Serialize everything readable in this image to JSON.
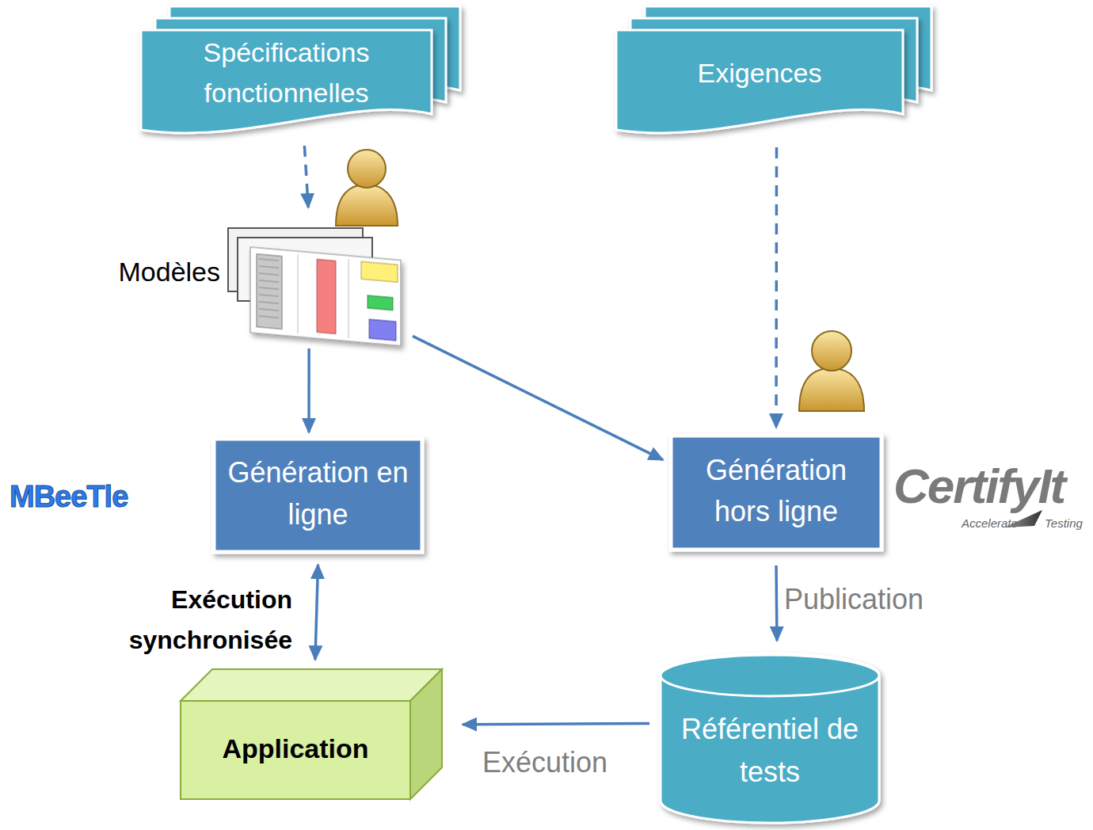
{
  "diagram": {
    "nodes": [
      {
        "text": [
          "Spécifications fonctionnelles"
        ]
      },
      {
        "text": [
          "Exigences"
        ]
      },
      {
        "text": [
          "Modèles"
        ]
      },
      {
        "text": [
          "Génération en ligne"
        ]
      },
      {
        "text": [
          "Génération hors ligne"
        ]
      },
      {
        "text": [
          "Application"
        ]
      },
      {
        "text": [
          "Référentiel de tests"
        ]
      }
    ],
    "edges": [
      {
        "from": 0,
        "to": 2,
        "arrow": "to"
      },
      {
        "from": 1,
        "to": 4,
        "arrow": "to"
      },
      {
        "from": 2,
        "to": 3,
        "arrow": "to"
      },
      {
        "from": 2,
        "to": 4,
        "arrow": "to"
      },
      {
        "from": 3,
        "to": 5,
        "label": "Exécution synchronisée",
        "arrow": "both"
      },
      {
        "from": 4,
        "to": 6,
        "label": "Publication",
        "arrow": "to"
      },
      {
        "from": 6,
        "to": 5,
        "label": "Exécution",
        "arrow": "to"
      }
    ],
    "labels": [
      "MBeeTle",
      "CertifyIt",
      "Accelerate",
      "Testing"
    ]
  }
}
